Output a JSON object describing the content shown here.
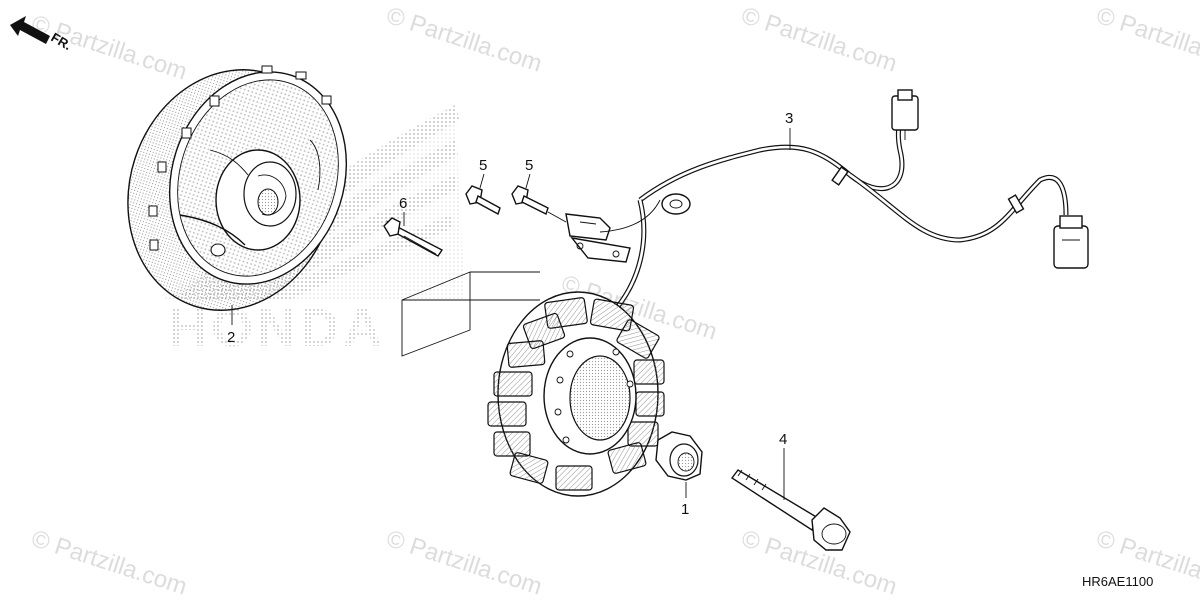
{
  "watermarks": [
    {
      "text": "© Partzilla.com"
    },
    {
      "text": "© Partzilla.com"
    },
    {
      "text": "© Partzilla.com"
    },
    {
      "text": "© Partzilla.com"
    },
    {
      "text": "© Partzilla.com"
    },
    {
      "text": "© Partzilla.com"
    },
    {
      "text": "© Partzilla.com"
    },
    {
      "text": "© Partzilla.com"
    },
    {
      "text": "© Partzilla.com"
    }
  ],
  "front_indicator": "FR.",
  "brand_background": "HONDA",
  "callouts": {
    "flywheel": "2",
    "stator_bolt": "6",
    "pulse_bolt_a": "5",
    "pulse_bolt_b": "5",
    "wire_harness": "3",
    "washer": "1",
    "flywheel_bolt": "4"
  },
  "diagram_code": "HR6AE1100",
  "colors": {
    "line": "#111111",
    "watermark": "#dcdcdc",
    "brand_dots": "#c8c8c8"
  }
}
